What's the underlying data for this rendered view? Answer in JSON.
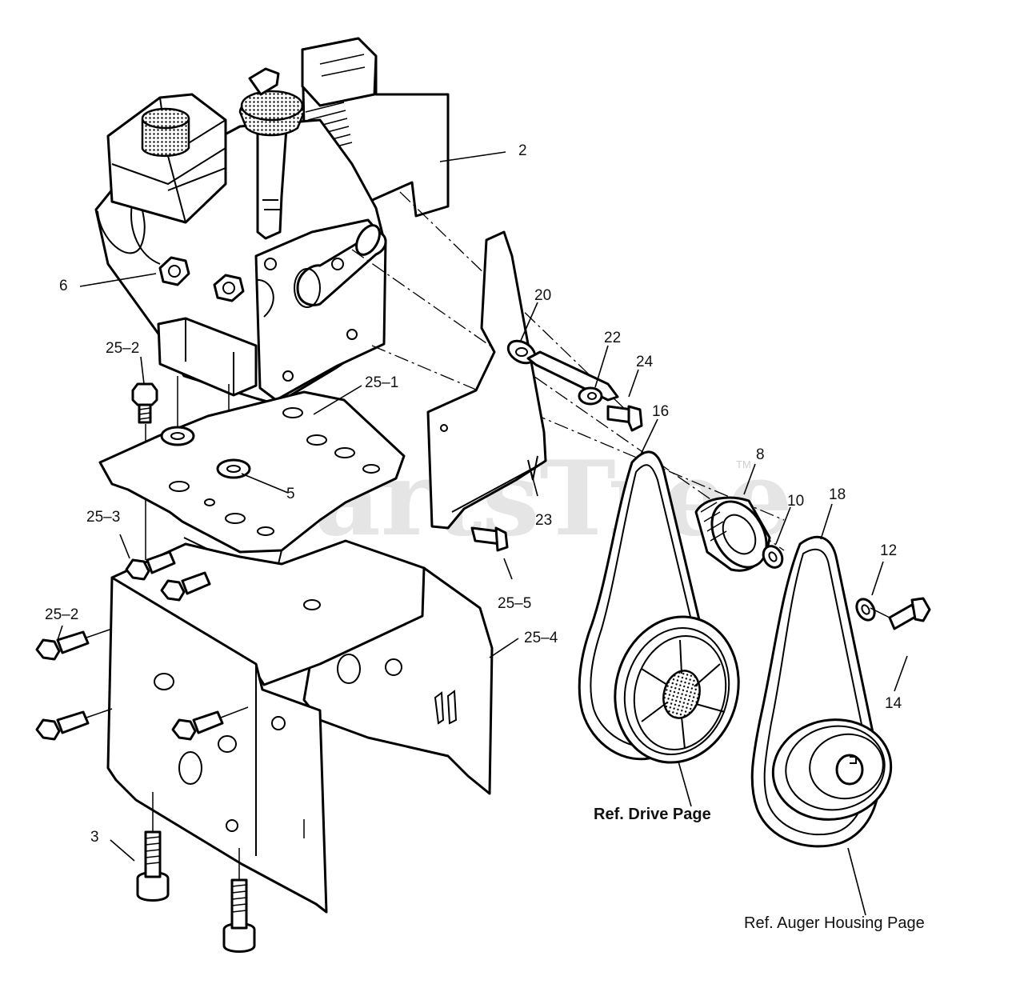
{
  "callouts": {
    "c2": "2",
    "c6": "6",
    "c20": "20",
    "c22": "22",
    "c24": "24",
    "c16": "16",
    "c25_2_top": "25–2",
    "c25_1": "25–1",
    "c8": "8",
    "c5": "5",
    "c23": "23",
    "c10": "10",
    "c18": "18",
    "c25_3": "25–3",
    "c12": "12",
    "c25_5": "25–5",
    "c25_2_bottom": "25–2",
    "c25_4": "25–4",
    "c14": "14",
    "c3": "3"
  },
  "references": {
    "drive": "Ref. Drive Page",
    "auger": "Ref. Auger Housing Page"
  },
  "watermark": {
    "brand": "PartsTree",
    "tm": "TM",
    "color": "#cfcfcf"
  }
}
